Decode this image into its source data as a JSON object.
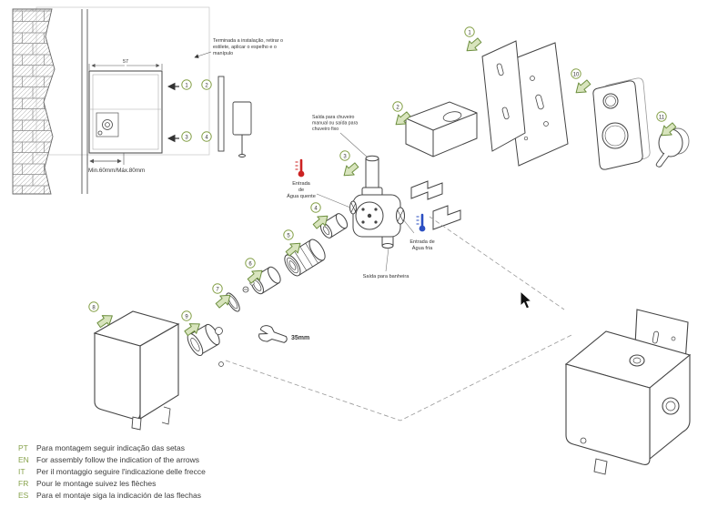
{
  "colors": {
    "accent_green": "#87a24b",
    "arrow_fill": "#d8e4bd",
    "arrow_stroke": "#6d8f3f",
    "hot_red": "#cc2222",
    "cold_blue": "#2b4fc2",
    "line_dark": "#444444"
  },
  "figure": {
    "wall_section": {
      "note_lines": [
        "Terminada a instalação, retirar o",
        "estilete, aplicar o espelho e o",
        "manípulo"
      ],
      "width_dim": "57",
      "depth_label": "Min.60mm/Máx.80mm",
      "callouts": [
        "1",
        "2",
        "3",
        "4"
      ]
    },
    "exploded": {
      "callouts": [
        "1",
        "2",
        "3",
        "4",
        "5",
        "6",
        "7",
        "8",
        "9",
        "10",
        "11"
      ],
      "labels": {
        "shower_lines": [
          "Saída para chuveiro",
          "manual ou saída para",
          "chuveiro fixo"
        ],
        "hot_lines": [
          "Entrada",
          "de",
          "Água quente"
        ],
        "cold_lines": [
          "Entrada de",
          "Água fria"
        ],
        "bath_outlet": "Saída para banheira",
        "wrench_size": "35mm"
      },
      "icons": {
        "hot": "thermometer-hot-icon",
        "cold": "thermometer-cold-icon",
        "wrench": "wrench-icon",
        "arrow": "assembly-arrow-icon"
      }
    },
    "languages": [
      {
        "code": "PT",
        "text": "Para montagem seguir indicação das setas"
      },
      {
        "code": "EN",
        "text": "For assembly follow the indication of the arrows"
      },
      {
        "code": "IT",
        "text": "Per il montaggio seguire l'indicazione delle frecce"
      },
      {
        "code": "FR",
        "text": "Pour le montage suivez les flèches"
      },
      {
        "code": "ES",
        "text": "Para el montaje siga la indicación de las flechas"
      }
    ]
  }
}
